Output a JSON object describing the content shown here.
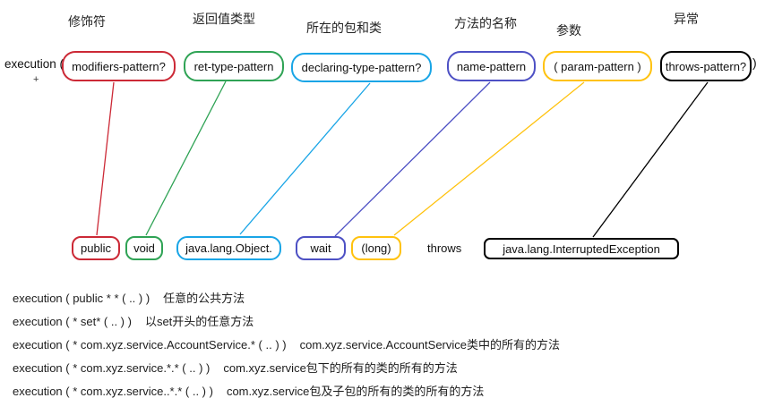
{
  "diagram": {
    "prefix": "execution (",
    "suffix": ")",
    "cursor_mark": "+",
    "throws_keyword": "throws",
    "segments": [
      {
        "label_cn": "修饰符",
        "pattern": "modifiers-pattern?",
        "example": "public",
        "color": "#cc2936"
      },
      {
        "label_cn": "返回值类型",
        "pattern": "ret-type-pattern",
        "example": "void",
        "color": "#2fa355"
      },
      {
        "label_cn": "所在的包和类",
        "pattern": "declaring-type-pattern?",
        "example": "java.lang.Object.",
        "color": "#19a5e6"
      },
      {
        "label_cn": "方法的名称",
        "pattern": "name-pattern",
        "example": "wait",
        "color": "#4d50c4"
      },
      {
        "label_cn": "参数",
        "pattern": "( param-pattern )",
        "example": "(long)",
        "color": "#ffc20e"
      },
      {
        "label_cn": "异常",
        "pattern": "throws-pattern?",
        "example": "java.lang.InterruptedException",
        "color": "#000000"
      }
    ]
  },
  "examples": [
    {
      "code": "execution ( public * * ( .. ) )",
      "desc": "任意的公共方法"
    },
    {
      "code": "execution ( * set* ( .. ) )",
      "desc": "以set开头的任意方法"
    },
    {
      "code": "execution ( * com.xyz.service.AccountService.* ( .. ) )",
      "desc": "com.xyz.service.AccountService类中的所有的方法"
    },
    {
      "code": "execution ( * com.xyz.service.*.* ( .. ) )",
      "desc": "com.xyz.service包下的所有的类的所有的方法"
    },
    {
      "code": "execution ( * com.xyz.service..*.* ( .. ) )",
      "desc": "com.xyz.service包及子包的所有的类的所有的方法"
    }
  ]
}
